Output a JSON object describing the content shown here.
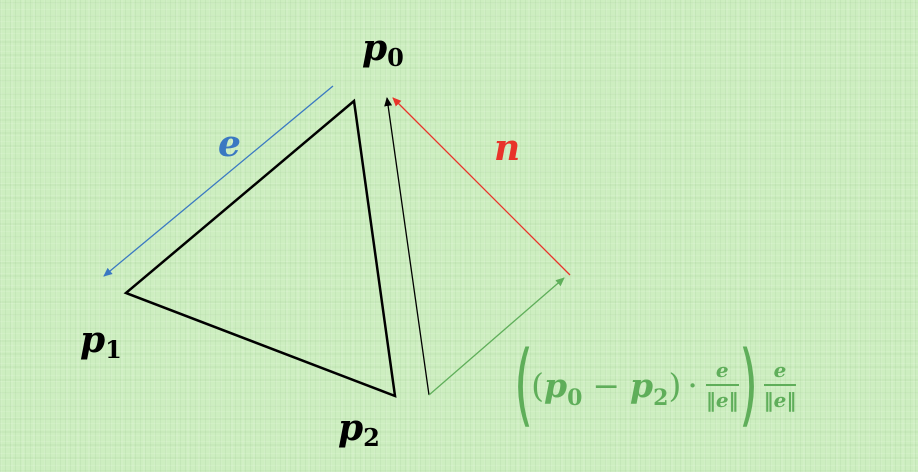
{
  "labels": {
    "p0": {
      "base": "p",
      "sub": "0"
    },
    "p1": {
      "base": "p",
      "sub": "1"
    },
    "p2": {
      "base": "p",
      "sub": "2"
    },
    "e": "e",
    "n": "n"
  },
  "formula": {
    "left_paren": "(",
    "right_paren": ")",
    "p0_base": "p",
    "p0_sub": "0",
    "minus": "−",
    "p2_base": "p",
    "p2_sub": "2",
    "dot": "·",
    "frac_num": "e",
    "frac_den_left": "‖",
    "frac_den_var": "e",
    "frac_den_right": "‖"
  },
  "colors": {
    "black": "#000000",
    "blue": "#3a78c2",
    "red": "#e8332a",
    "green": "#5fae5a",
    "background": "#cdeec0"
  }
}
